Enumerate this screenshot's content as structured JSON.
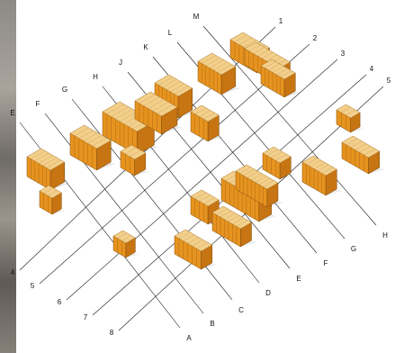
{
  "diagram": {
    "row_labels_left": [
      "4",
      "5",
      "6",
      "7",
      "8"
    ],
    "row_labels_right": [
      "1",
      "2",
      "3",
      "4",
      "5"
    ],
    "column_labels_top": [
      "E",
      "F",
      "G",
      "H",
      "J",
      "K",
      "L",
      "M"
    ],
    "column_labels_bottom": [
      "A",
      "B",
      "C",
      "D",
      "E",
      "F",
      "G",
      "H"
    ],
    "colors": {
      "top": "#f2cf8b",
      "front": "#e6931f",
      "side": "#c77413",
      "grid": "#1a1a1a"
    }
  }
}
